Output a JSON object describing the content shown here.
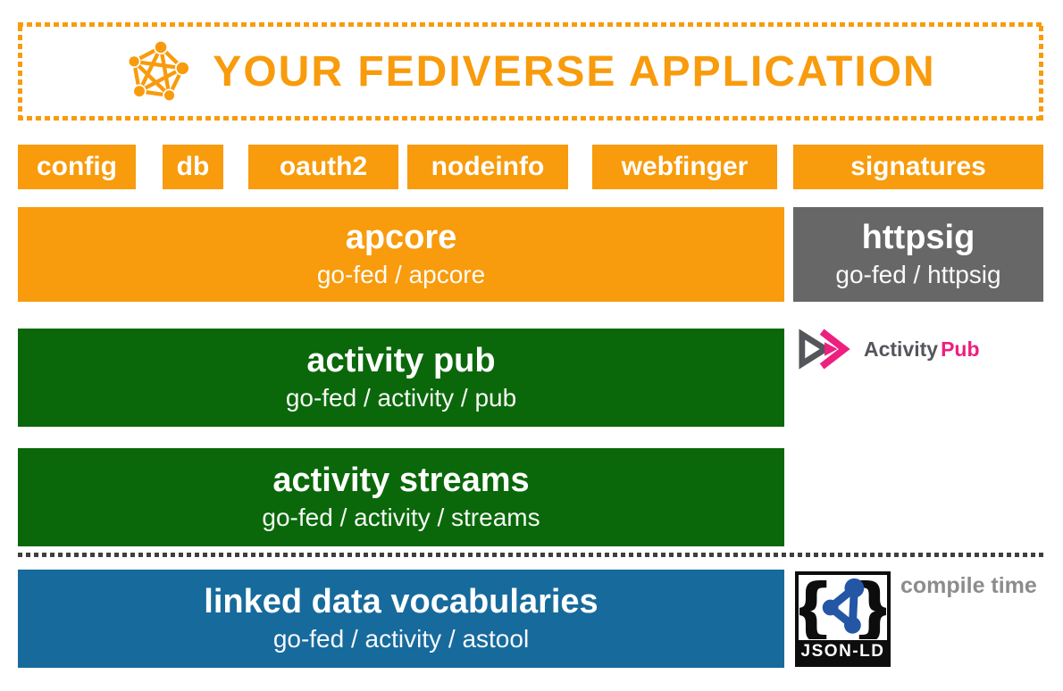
{
  "app": {
    "title": "YOUR FEDIVERSE APPLICATION"
  },
  "buttons": [
    {
      "label": "config"
    },
    {
      "label": "db"
    },
    {
      "label": "oauth2"
    },
    {
      "label": "nodeinfo"
    },
    {
      "label": "webfinger"
    },
    {
      "label": "signatures"
    }
  ],
  "layers": [
    {
      "title": "apcore",
      "subtitle": "go-fed / apcore"
    },
    {
      "title": "httpsig",
      "subtitle": "go-fed / httpsig"
    },
    {
      "title": "activity pub",
      "subtitle": "go-fed / activity / pub"
    },
    {
      "title": "activity streams",
      "subtitle": "go-fed / activity / streams"
    },
    {
      "title": "linked data vocabularies",
      "subtitle": "go-fed / activity / astool"
    }
  ],
  "logos": {
    "activitypub": {
      "primary": "Activity",
      "accent": "Pub"
    },
    "jsonld": {
      "label": "JSON-LD"
    }
  },
  "annotations": {
    "compile_time": "compile time"
  },
  "colors": {
    "orange": "#F89B0C",
    "green": "#0A680A",
    "blue": "#176A9C",
    "gray": "#676767",
    "activitypub_magenta": "#ED1F7F",
    "activitypub_gray": "#55565B",
    "jsonld_blue": "#2356A5"
  }
}
